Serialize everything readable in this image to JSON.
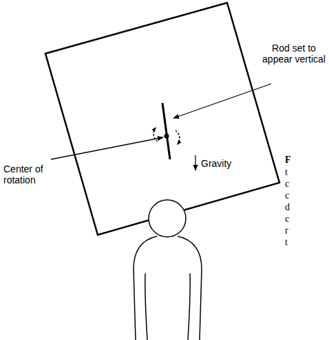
{
  "diagram": {
    "labels": [
      "Rod set to appear vertical",
      "Center of rotation",
      "Gravity",
      "F",
      "t",
      "c",
      "c",
      "d",
      "c",
      "r",
      "t"
    ]
  }
}
